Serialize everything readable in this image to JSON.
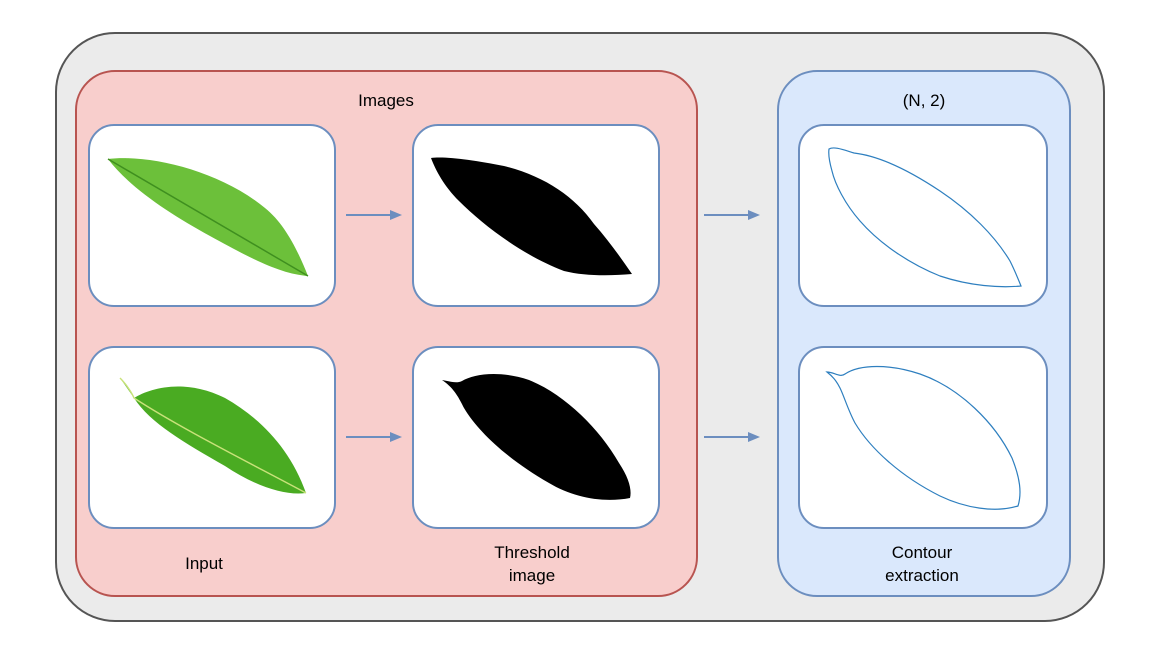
{
  "groups": {
    "images": {
      "title": "Images"
    },
    "contour": {
      "title": "(N, 2)"
    }
  },
  "labels": {
    "input": "Input",
    "threshold": "Threshold image",
    "contour": "Contour extraction"
  },
  "colors": {
    "outer_fill": "#ebebeb",
    "images_fill": "#f8cecc",
    "images_border": "#b85450",
    "contour_fill": "#dae8fc",
    "card_border": "#6c8ebf",
    "arrow": "#6c8ebf",
    "leaf_green": "#5cb82e",
    "contour_line": "#2e7fbf"
  }
}
